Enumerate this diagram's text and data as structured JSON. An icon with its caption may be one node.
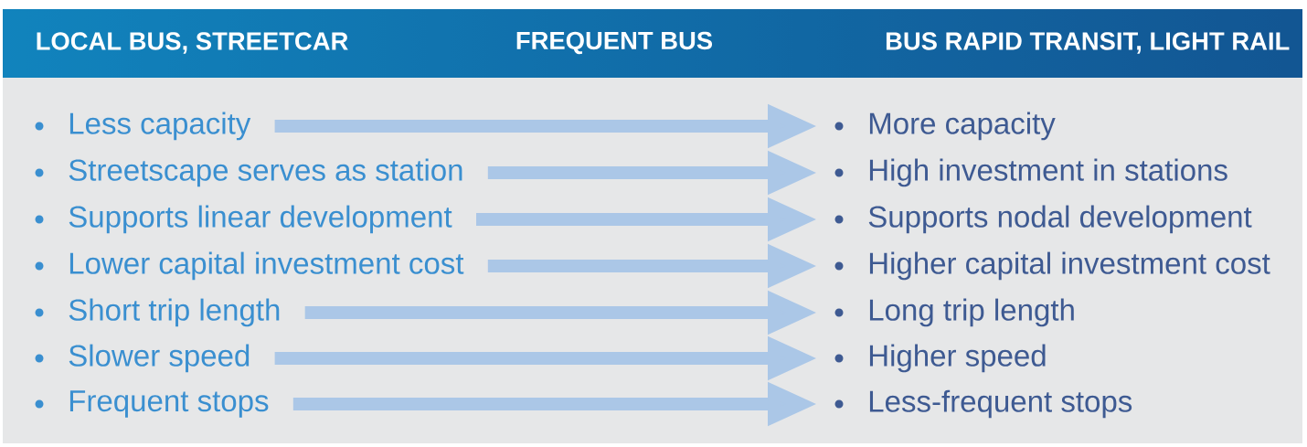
{
  "diagram": {
    "nodes": [
      {
        "text": [
          "Less capacity"
        ]
      },
      {
        "text": [
          "Streetscape serves as station"
        ]
      },
      {
        "text": [
          "Supports linear development"
        ]
      },
      {
        "text": [
          "Lower capital investment cost"
        ]
      },
      {
        "text": [
          "Short trip length"
        ]
      },
      {
        "text": [
          "Slower speed"
        ]
      },
      {
        "text": [
          "Frequent stops"
        ]
      },
      {
        "text": [
          "More capacity"
        ]
      },
      {
        "text": [
          "High investment in stations"
        ]
      },
      {
        "text": [
          "Supports nodal development"
        ]
      },
      {
        "text": [
          "Higher capital investment cost"
        ]
      },
      {
        "text": [
          "Long trip length"
        ]
      },
      {
        "text": [
          "Higher speed"
        ]
      },
      {
        "text": [
          "Less-frequent stops"
        ]
      }
    ],
    "edges": [
      {
        "from": 0,
        "to": 7,
        "arrow": "to"
      },
      {
        "from": 1,
        "to": 8,
        "arrow": "to"
      },
      {
        "from": 2,
        "to": 9,
        "arrow": "to"
      },
      {
        "from": 3,
        "to": 10,
        "arrow": "to"
      },
      {
        "from": 4,
        "to": 11,
        "arrow": "to"
      },
      {
        "from": 5,
        "to": 12,
        "arrow": "to"
      },
      {
        "from": 6,
        "to": 13,
        "arrow": "to"
      }
    ],
    "labels": [
      "LOCAL BUS, STREETCAR",
      "FREQUENT BUS",
      "BUS RAPID TRANSIT, LIGHT RAIL"
    ]
  }
}
